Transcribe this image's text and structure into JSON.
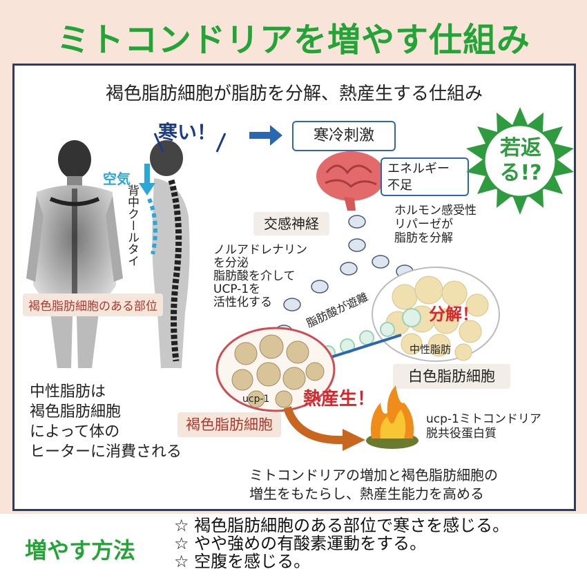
{
  "title": "ミトコンドリアを増やす仕組み",
  "diagram": {
    "heading": "褐色脂肪細胞が脂肪を分解、熱産生する仕組み",
    "cold_label": "寒い！",
    "air_label": "空気",
    "spine_label": "背中クールタイ",
    "cold_stimulus": "寒冷刺激",
    "energy_shortage": [
      "エネルギー",
      "不足"
    ],
    "rejuvenate": [
      "若返",
      "る!?"
    ],
    "sympathetic": "交感神経",
    "hormone": [
      "ホルモン感受性",
      "リパーゼが",
      "脂肪を分解"
    ],
    "noradrenaline": [
      "ノルアドレナリン",
      "を分泌",
      "脂肪酸を介して",
      "UCP-1を",
      "活性化する"
    ],
    "fatty_acid": "脂肪酸が遊離",
    "decompose": "分解！",
    "neutral_fat_small": "中性脂肪",
    "white_fat": "白色脂肪細胞",
    "heat": "熱産生！",
    "ucp1_small": "ucp-1",
    "brown_fat": "褐色脂肪細胞",
    "ucp1_desc": [
      "ucp-1ミトコンドリア",
      "脱共役蛋白質"
    ],
    "brown_location": "褐色脂肪細胞のある部位",
    "neutral_fat_desc": [
      "中性脂肪は",
      "褐色脂肪細胞",
      "によって体の",
      "ヒーターに消費される"
    ],
    "conclusion": [
      "ミトコンドリアの増加と褐色脂肪細胞の",
      "増生をもたらし、熱産生能力を高める"
    ]
  },
  "method": {
    "label": "増やす方法",
    "items": [
      "☆ 褐色脂肪細胞のある部位で寒さを感じる。",
      "☆ やや強めの有酸素運動をする。",
      "☆ 空腹を感じる。"
    ]
  },
  "colors": {
    "title_green": "#22a437",
    "accent_red": "#d8262a",
    "arrow_blue": "#2a67b3",
    "burst_green": "#2e9c3e"
  }
}
